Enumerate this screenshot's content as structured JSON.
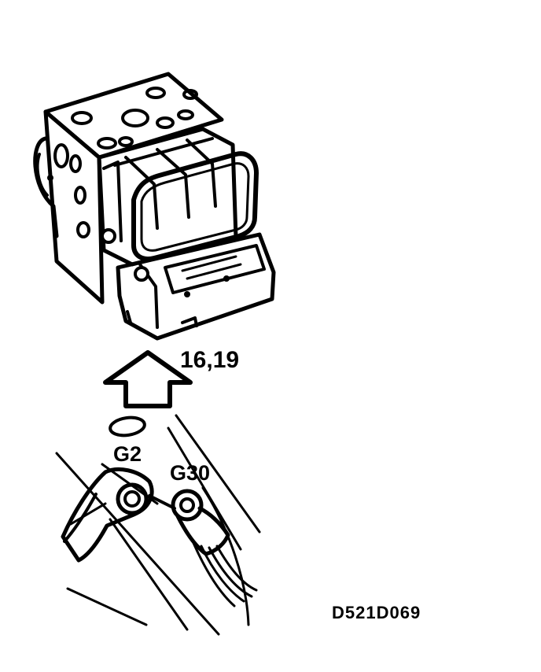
{
  "labels": {
    "callout": "16,19",
    "connector_g2": "G2",
    "connector_g30": "G30",
    "figure_code": "D521D069"
  },
  "colors": {
    "ink": "#000000",
    "background": "#ffffff"
  }
}
